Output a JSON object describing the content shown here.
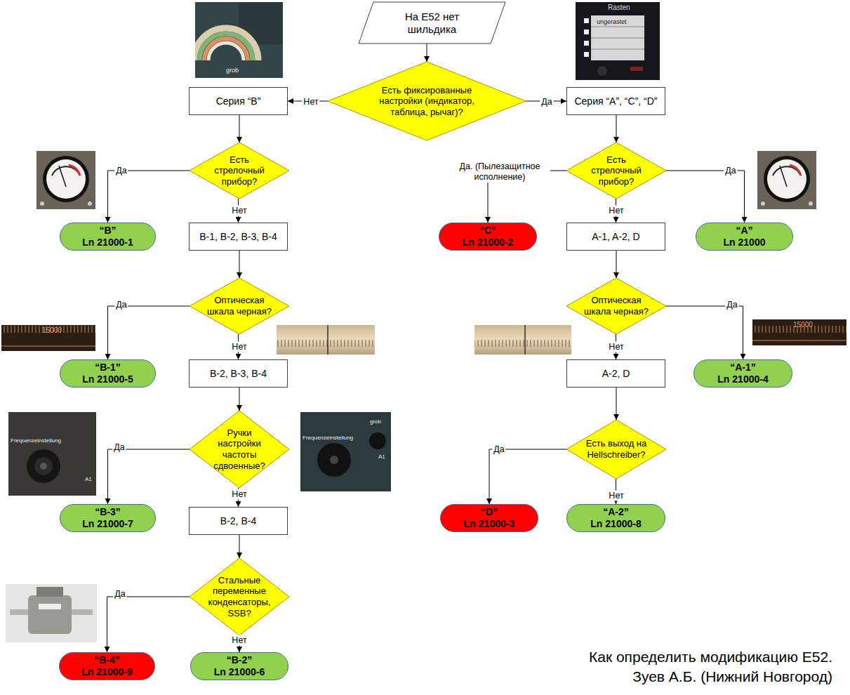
{
  "diagram": {
    "caption": "Как определить модификацию Е52. Зуев А.Б. (Нижний Новгород)",
    "nodes": [
      {
        "text": [
          "На Е52 нет шильдика"
        ]
      },
      {
        "text": [
          "Есть фиксированные настройки (индикатор, таблица, рычаг)?"
        ]
      },
      {
        "text": [
          "Серия “B”"
        ]
      },
      {
        "text": [
          "Серия “A”, “C”, “D”"
        ]
      },
      {
        "text": [
          "Есть стрелочный прибор?"
        ]
      },
      {
        "text": [
          "Есть стрелочный прибор?"
        ]
      },
      {
        "text": [
          "“B”",
          "Ln 21000-1"
        ]
      },
      {
        "text": [
          "B-1, B-2, B-3, B-4"
        ]
      },
      {
        "text": [
          "“C”",
          "Ln 21000-2"
        ]
      },
      {
        "text": [
          "A-1, A-2, D"
        ]
      },
      {
        "text": [
          "“A”",
          "Ln 21000"
        ]
      },
      {
        "text": [
          "Оптическая шкала черная?"
        ]
      },
      {
        "text": [
          "Оптическая шкала черная?"
        ]
      },
      {
        "text": [
          "“B-1”",
          "Ln 21000-5"
        ]
      },
      {
        "text": [
          "B-2, B-3, B-4"
        ]
      },
      {
        "text": [
          "A-2, D"
        ]
      },
      {
        "text": [
          "“A-1”",
          "Ln 21000-4"
        ]
      },
      {
        "text": [
          "Ручки настройки частоты сдвоенные?"
        ]
      },
      {
        "text": [
          "Есть выход на Hellschreiber?"
        ]
      },
      {
        "text": [
          "“B-3”",
          "Ln 21000-7"
        ]
      },
      {
        "text": [
          "B-2, B-4"
        ]
      },
      {
        "text": [
          "“D”",
          "Ln 21000-3"
        ]
      },
      {
        "text": [
          "“A-2”",
          "Ln 21000-8"
        ]
      },
      {
        "text": [
          "Стальные переменные конденсаторы, SSB?"
        ]
      },
      {
        "text": [
          "“B-4”",
          "Ln 21000-9"
        ]
      },
      {
        "text": [
          "“B-2”",
          "Ln 21000-6"
        ]
      }
    ],
    "edges": [
      {
        "from": 0,
        "to": 1,
        "arrow": "to"
      },
      {
        "from": 1,
        "to": 2,
        "label": "Нет",
        "arrow": "to"
      },
      {
        "from": 1,
        "to": 3,
        "label": "Да",
        "arrow": "to"
      },
      {
        "from": 2,
        "to": 4,
        "arrow": "to"
      },
      {
        "from": 3,
        "to": 5,
        "arrow": "to"
      },
      {
        "from": 4,
        "to": 6,
        "label": "Да",
        "arrow": "to"
      },
      {
        "from": 4,
        "to": 7,
        "label": "Нет",
        "arrow": "to"
      },
      {
        "from": 5,
        "to": 8,
        "label": "Да. (Пылезащитное исполнение)",
        "arrow": "to"
      },
      {
        "from": 5,
        "to": 9,
        "label": "Нет",
        "arrow": "to"
      },
      {
        "from": 5,
        "to": 10,
        "label": "Да",
        "arrow": "to"
      },
      {
        "from": 7,
        "to": 11,
        "arrow": "to"
      },
      {
        "from": 9,
        "to": 12,
        "arrow": "to"
      },
      {
        "from": 11,
        "to": 13,
        "label": "Да",
        "arrow": "to"
      },
      {
        "from": 11,
        "to": 14,
        "label": "Нет",
        "arrow": "to"
      },
      {
        "from": 12,
        "to": 16,
        "label": "Да",
        "arrow": "to"
      },
      {
        "from": 12,
        "to": 15,
        "label": "Нет",
        "arrow": "to"
      },
      {
        "from": 14,
        "to": 17,
        "arrow": "to"
      },
      {
        "from": 15,
        "to": 18,
        "arrow": "to"
      },
      {
        "from": 17,
        "to": 19,
        "label": "Да",
        "arrow": "to"
      },
      {
        "from": 17,
        "to": 20,
        "label": "Нет",
        "arrow": "to"
      },
      {
        "from": 18,
        "to": 21,
        "label": "Да",
        "arrow": "to"
      },
      {
        "from": 18,
        "to": 22,
        "label": "Нет",
        "arrow": "to"
      },
      {
        "from": 20,
        "to": 23,
        "arrow": "to"
      },
      {
        "from": 23,
        "to": 24,
        "label": "Да",
        "arrow": "to"
      },
      {
        "from": 23,
        "to": 25,
        "label": "Нет",
        "arrow": "to"
      }
    ],
    "labels": [
      "grob",
      "Rasten",
      "ungerastet",
      "15000",
      "15000",
      "Frequenzeinstellung",
      "Frequenzeinstellung",
      "grob",
      "A1",
      "A1"
    ]
  }
}
